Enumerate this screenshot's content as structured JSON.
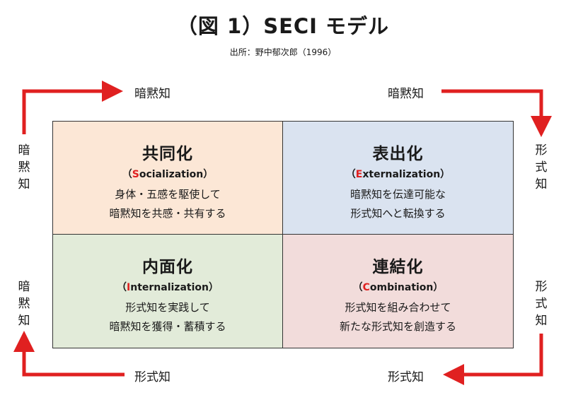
{
  "title": "（図 1）SECI モデル",
  "source": "出所：野中郁次郎（1996）",
  "labels": {
    "top_left": "暗黙知",
    "top_right": "暗黙知",
    "bottom_left": "形式知",
    "bottom_right": "形式知",
    "left_upper": "暗黙知",
    "left_lower": "暗黙知",
    "right_upper": "形式知",
    "right_lower": "形式知"
  },
  "cells": [
    {
      "title": "共同化",
      "sub_open": "（",
      "sub_initial": "S",
      "sub_rest": "ocialization）",
      "line1": "身体・五感を駆使して",
      "line2": "暗黙知を共感・共有する",
      "color": "#fce7d6"
    },
    {
      "title": "表出化",
      "sub_open": "（",
      "sub_initial": "E",
      "sub_rest": "xternalization）",
      "line1": "暗黙知を伝達可能な",
      "line2": "形式知へと転換する",
      "color": "#dae3f0"
    },
    {
      "title": "内面化",
      "sub_open": "（",
      "sub_initial": "I",
      "sub_rest": "nternalization）",
      "line1": "形式知を実践して",
      "line2": "暗黙知を獲得・蓄積する",
      "color": "#e2ebd9"
    },
    {
      "title": "連結化",
      "sub_open": "（",
      "sub_initial": "C",
      "sub_rest": "ombination）",
      "line1": "形式知を組み合わせて",
      "line2": "新たな形式知を創造する",
      "color": "#f2dcdb"
    }
  ],
  "colors": {
    "arrow": "#e02020",
    "initial": "#e02020"
  }
}
